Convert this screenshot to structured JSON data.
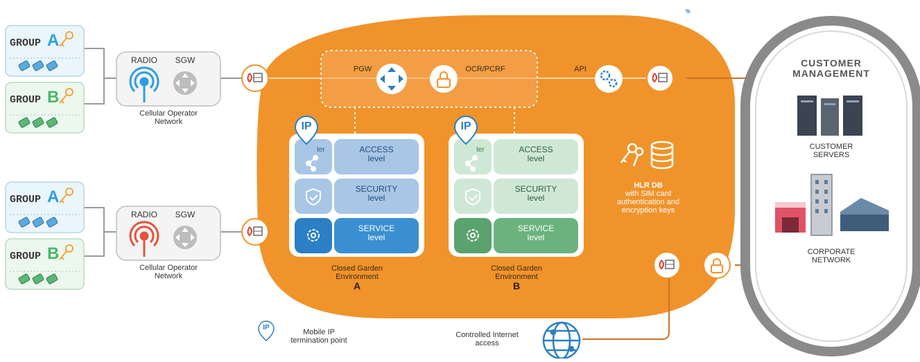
{
  "colors": {
    "orange": "#f0932b",
    "blue_light": "#a8c6e5",
    "blue_mid": "#7fabd9",
    "blue_dark": "#2b7fc4",
    "green_light": "#cfe8d6",
    "green_mid": "#a9d4b5",
    "green_dark": "#5aa26e",
    "gray_ring": "#8a8a8a"
  },
  "groups_top": [
    {
      "prefix": "GROUP",
      "letter": "A",
      "color": "#2ba0e0"
    },
    {
      "prefix": "GROUP",
      "letter": "B",
      "color": "#47b86a"
    }
  ],
  "groups_bottom": [
    {
      "prefix": "GROUP",
      "letter": "A",
      "color": "#2ba0e0"
    },
    {
      "prefix": "GROUP",
      "letter": "B",
      "color": "#47b86a"
    }
  ],
  "cellular_top": {
    "radio": "RADIO",
    "sgw": "SGW",
    "caption_1": "Cellular Operator",
    "caption_2": "Network"
  },
  "cellular_bottom": {
    "radio": "RADIO",
    "sgw": "SGW",
    "caption_1": "Cellular Operator",
    "caption_2": "Network"
  },
  "core": {
    "pgw": "PGW",
    "ocr": "OCR/PCRF",
    "api": "API"
  },
  "garden_a": {
    "ip_badge": "IP",
    "ter_label": "ter",
    "access_1": "ACCESS",
    "access_2": "level",
    "security_1": "SECURITY",
    "security_2": "level",
    "service_1": "SERVICE",
    "service_2": "level",
    "caption_1": "Closed Garden",
    "caption_2": "Environment",
    "letter": "A"
  },
  "garden_b": {
    "ip_badge": "IP",
    "ter_label": "ter",
    "access_1": "ACCESS",
    "access_2": "level",
    "security_1": "SECURITY",
    "security_2": "level",
    "service_1": "SERVICE",
    "service_2": "level",
    "caption_1": "Closed Garden",
    "caption_2": "Environment",
    "letter": "B"
  },
  "hlr": {
    "line_1": "HLR DB",
    "line_2": "with SIM card",
    "line_3": "authentication and",
    "line_4": "encryption keys"
  },
  "customer": {
    "title_1": "CUSTOMER",
    "title_2": "MANAGEMENT",
    "servers_1": "CUSTOMER",
    "servers_2": "SERVERS",
    "corporate_1": "CORPORATE",
    "corporate_2": "NETWORK"
  },
  "legend": {
    "ip_badge": "IP",
    "line_1": "Mobile IP",
    "line_2": "termination point"
  },
  "internet": {
    "line_1": "Controlled Internet",
    "line_2": "access"
  }
}
